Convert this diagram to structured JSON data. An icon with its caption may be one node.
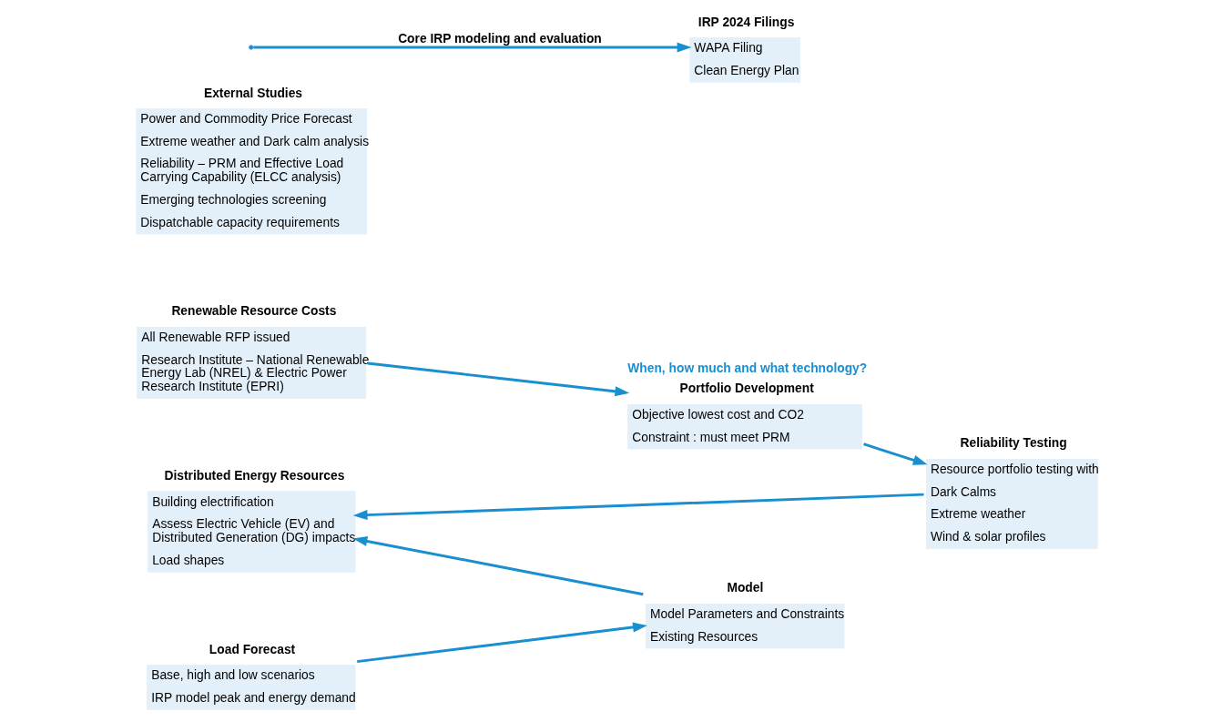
{
  "diagram": {
    "nodes": [
      {
        "text": [
          "External Studies",
          "Power and Commodity Price Forecast",
          "Extreme weather and Dark calm analysis",
          "Reliability – PRM and Effective Load Carrying Capability (ELCC analysis)",
          "Emerging technologies screening",
          "Dispatchable capacity requirements"
        ]
      },
      {
        "text": [
          "Renewable Resource Costs",
          "All Renewable RFP issued",
          "Research Institute – National Renewable Energy Lab (NREL) & Electric Power Research Institute (EPRI)"
        ]
      },
      {
        "text": [
          "Distributed Energy Resources",
          "Building electrification",
          "Assess Electric Vehicle (EV) and Distributed Generation (DG) impacts",
          "Load shapes"
        ]
      },
      {
        "text": [
          "Load Forecast",
          "Base, high and low scenarios",
          "IRP model peak and energy demand"
        ]
      },
      {
        "text": [
          "Portfolio Development",
          "Objective lowest cost and CO2",
          "Constraint : must meet PRM"
        ],
        "beside": [
          "When, how much and what technology?"
        ]
      },
      {
        "text": [
          "Reliability Testing",
          "Resource portfolio testing with",
          "Dark Calms",
          "Extreme weather",
          "Wind & solar profiles"
        ]
      },
      {
        "text": [
          "IRP 2024 Filings",
          "WAPA Filing",
          "Clean Energy Plan"
        ]
      },
      {
        "text": [
          "Model",
          "Model Parameters and Constraints",
          "Existing Resources"
        ]
      }
    ],
    "edges": [
      {
        "from": null,
        "to": 6,
        "arrow": "to",
        "label": "Core IRP modeling and evaluation"
      },
      {
        "from": 1,
        "to": 4,
        "arrow": "to"
      },
      {
        "from": 4,
        "to": 5,
        "arrow": "to"
      },
      {
        "from": 5,
        "to": 2,
        "arrow": "to"
      },
      {
        "from": 7,
        "to": 2,
        "arrow": "to"
      },
      {
        "from": 3,
        "to": 7,
        "arrow": "to"
      }
    ]
  }
}
